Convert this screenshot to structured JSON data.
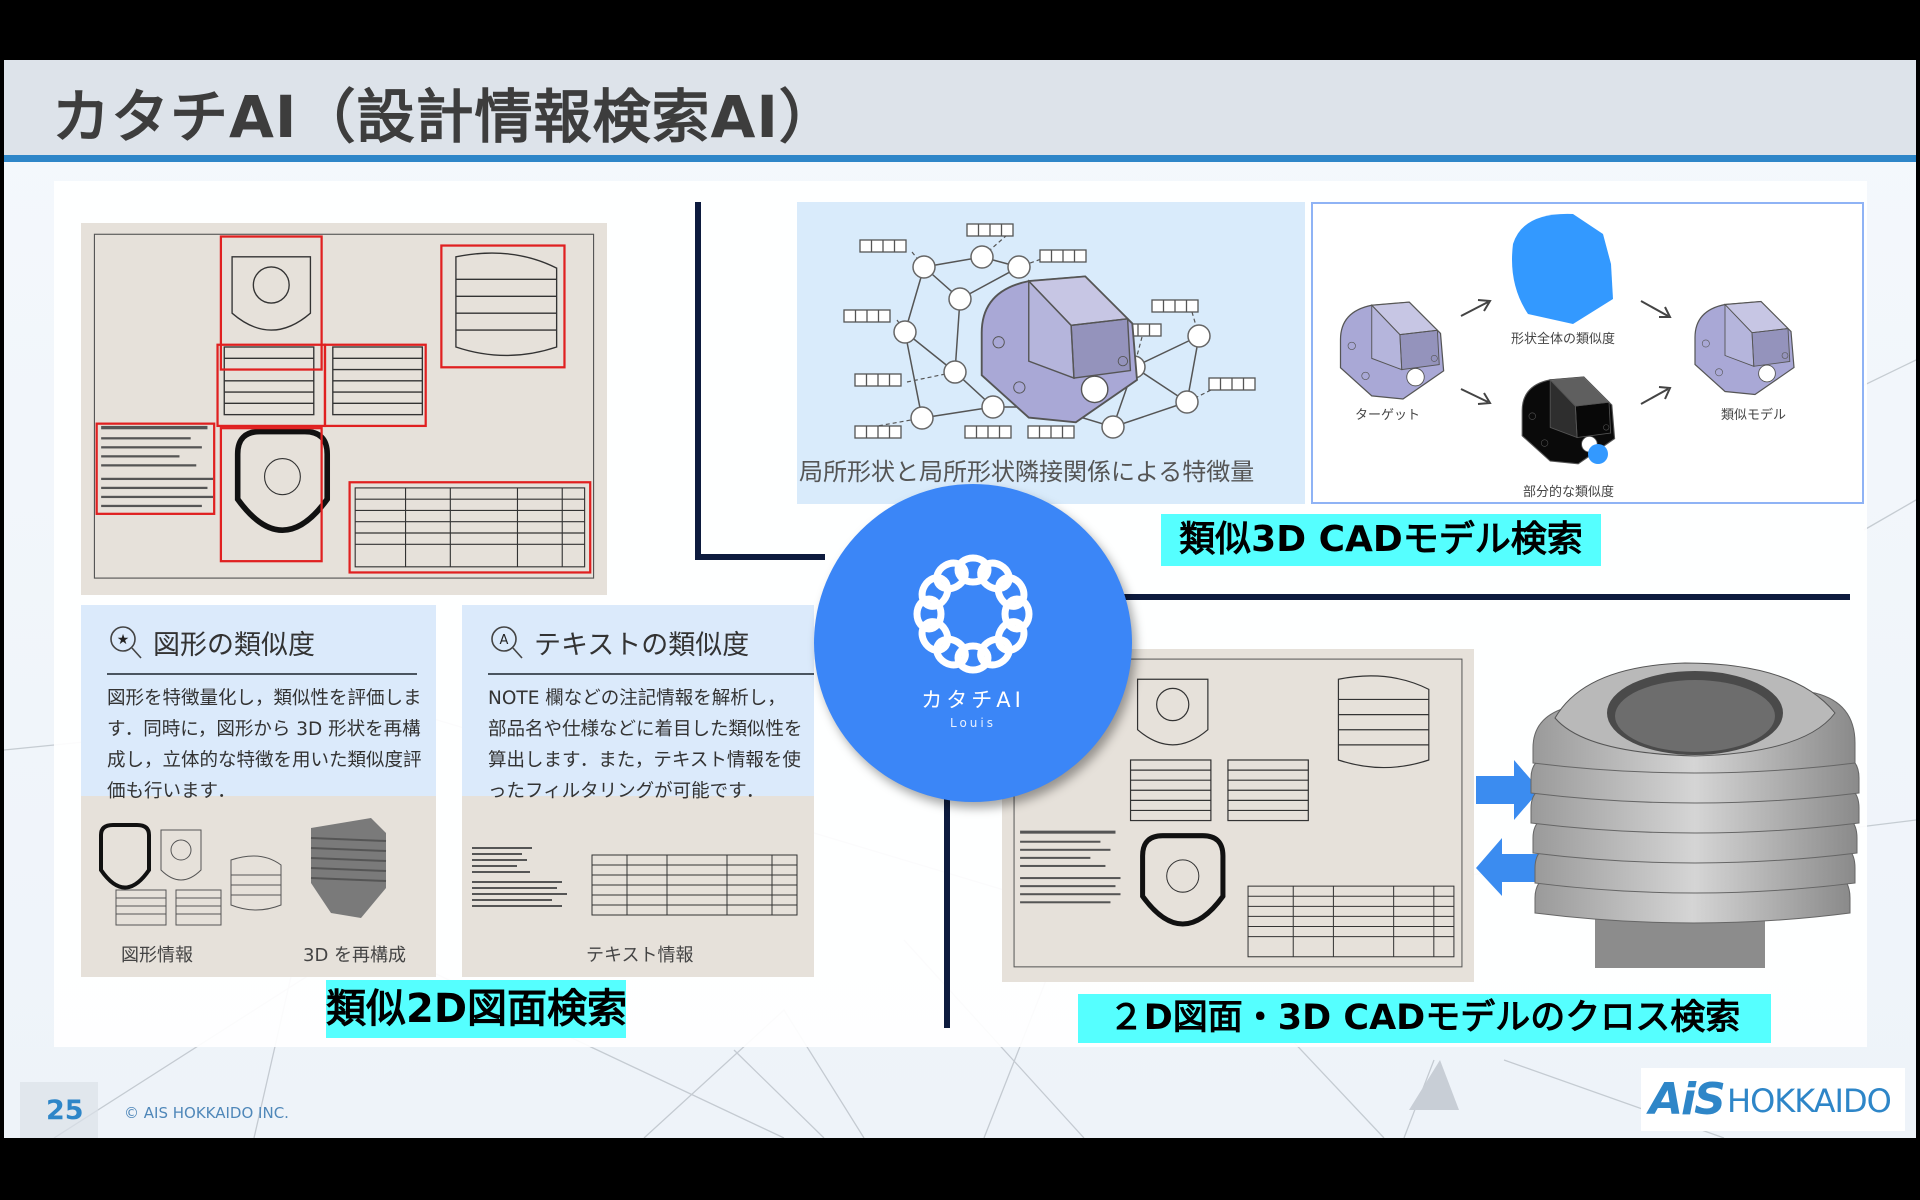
{
  "slide": {
    "title": "カタチAI（設計情報検索AI）",
    "page_number": "25",
    "copyright": "© AIS HOKKAIDO INC.",
    "logo": {
      "ais": "AiS",
      "hokkaido": "HOKKAIDO"
    }
  },
  "left_section": {
    "cards": [
      {
        "icon": "magnifier-star-icon",
        "title": "図形の類似度",
        "body": "図形を特徴量化し，類似性を評価します．同時に，図形から 3D 形状を再構成し，立体的な特徴を用いた類似度評価も行います．",
        "image_labels": [
          "図形情報",
          "3D を再構成"
        ]
      },
      {
        "icon": "magnifier-a-icon",
        "title": "テキストの類似度",
        "body": "NOTE 欄などの注記情報を解析し，部品名や仕様などに着目した類似性を算出します．また，テキスト情報を使ったフィルタリングが可能です．",
        "image_labels": [
          "テキスト情報"
        ]
      }
    ],
    "label": "類似2D図面検索"
  },
  "top_right_section": {
    "graph_caption": "局所形状と局所形状隣接関係による特徴量",
    "flow_labels": {
      "target": "ターゲット",
      "overall": "形状全体の類似度",
      "partial": "部分的な類似度",
      "similar": "類似モデル"
    },
    "label": "類似3D CADモデル検索"
  },
  "hub": {
    "name": "カタチAI",
    "sub": "Louis"
  },
  "bottom_right_section": {
    "label": "２D図面・3D CADモデルのクロス検索"
  },
  "colors": {
    "accent_blue": "#3b86f7",
    "title_rule": "#2e86c8",
    "highlight": "#55ffff",
    "connector": "#0d1b3e"
  }
}
